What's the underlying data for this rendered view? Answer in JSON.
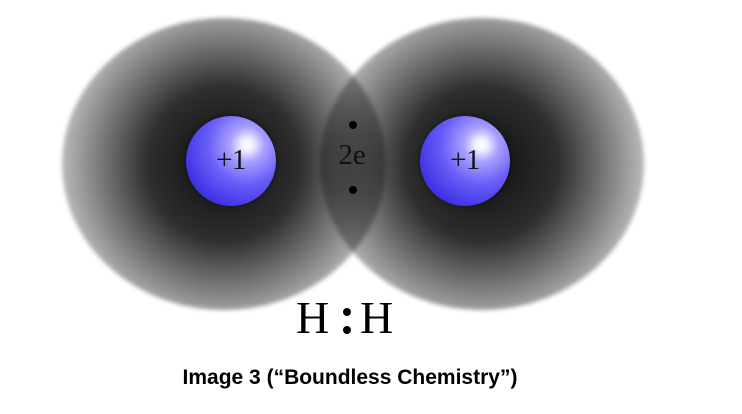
{
  "diagram": {
    "nuclei": [
      {
        "charge_label": "+1",
        "color": "#4a3ff0"
      },
      {
        "charge_label": "+1",
        "color": "#4a3ff0"
      }
    ],
    "shared_electrons_label": "2e",
    "lewis_structure": {
      "atom_left": "H",
      "atom_right": "H"
    },
    "electron_cloud_color": "#000000"
  },
  "caption": "Image 3 (“Boundless Chemistry”)"
}
